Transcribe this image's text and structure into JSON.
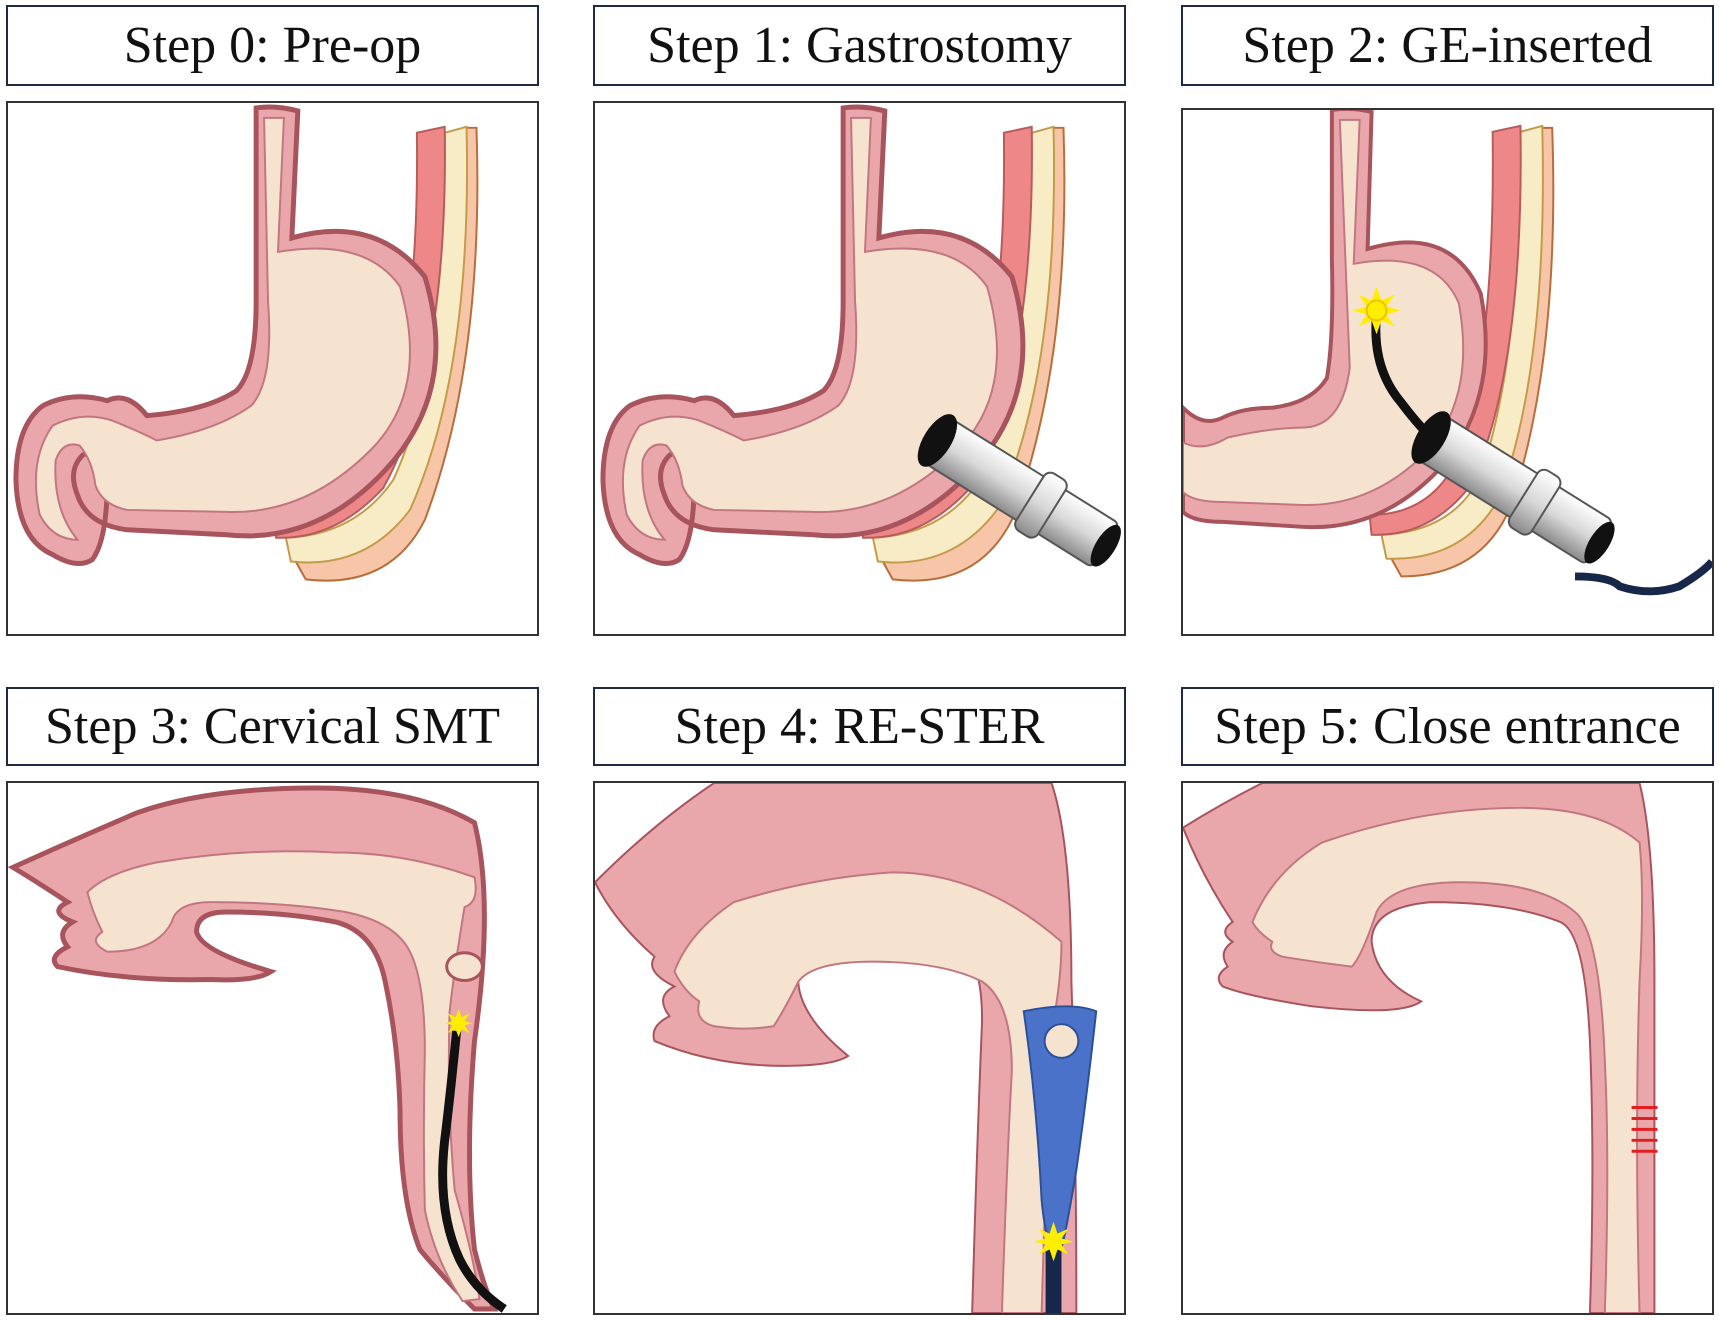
{
  "steps": [
    {
      "title": "Step 0: Pre-op"
    },
    {
      "title": "Step 1: Gastrostomy"
    },
    {
      "title": "Step 2: GE-inserted"
    },
    {
      "title": "Step 3: Cervical SMT"
    },
    {
      "title": "Step 4: RE-STER"
    },
    {
      "title": "Step 5: Close entrance"
    }
  ],
  "colors": {
    "outline": "#a8545c",
    "wall": "#e9a7ab",
    "lumen": "#f5e3d0",
    "muscle": "#ee8888",
    "fat": "#f7ecc6",
    "skin": "#f7c6a8",
    "scope": "#111111",
    "light": "#ffee00",
    "tunnel": "#4a72c8",
    "suture": "#e02020",
    "cable": "#16274a"
  },
  "icons": [
    "stomach-diagram",
    "head-neck-diagram",
    "gastrostomy-port-icon",
    "endoscope-light-icon",
    "submucosal-tunnel",
    "clip-closure-icon"
  ]
}
